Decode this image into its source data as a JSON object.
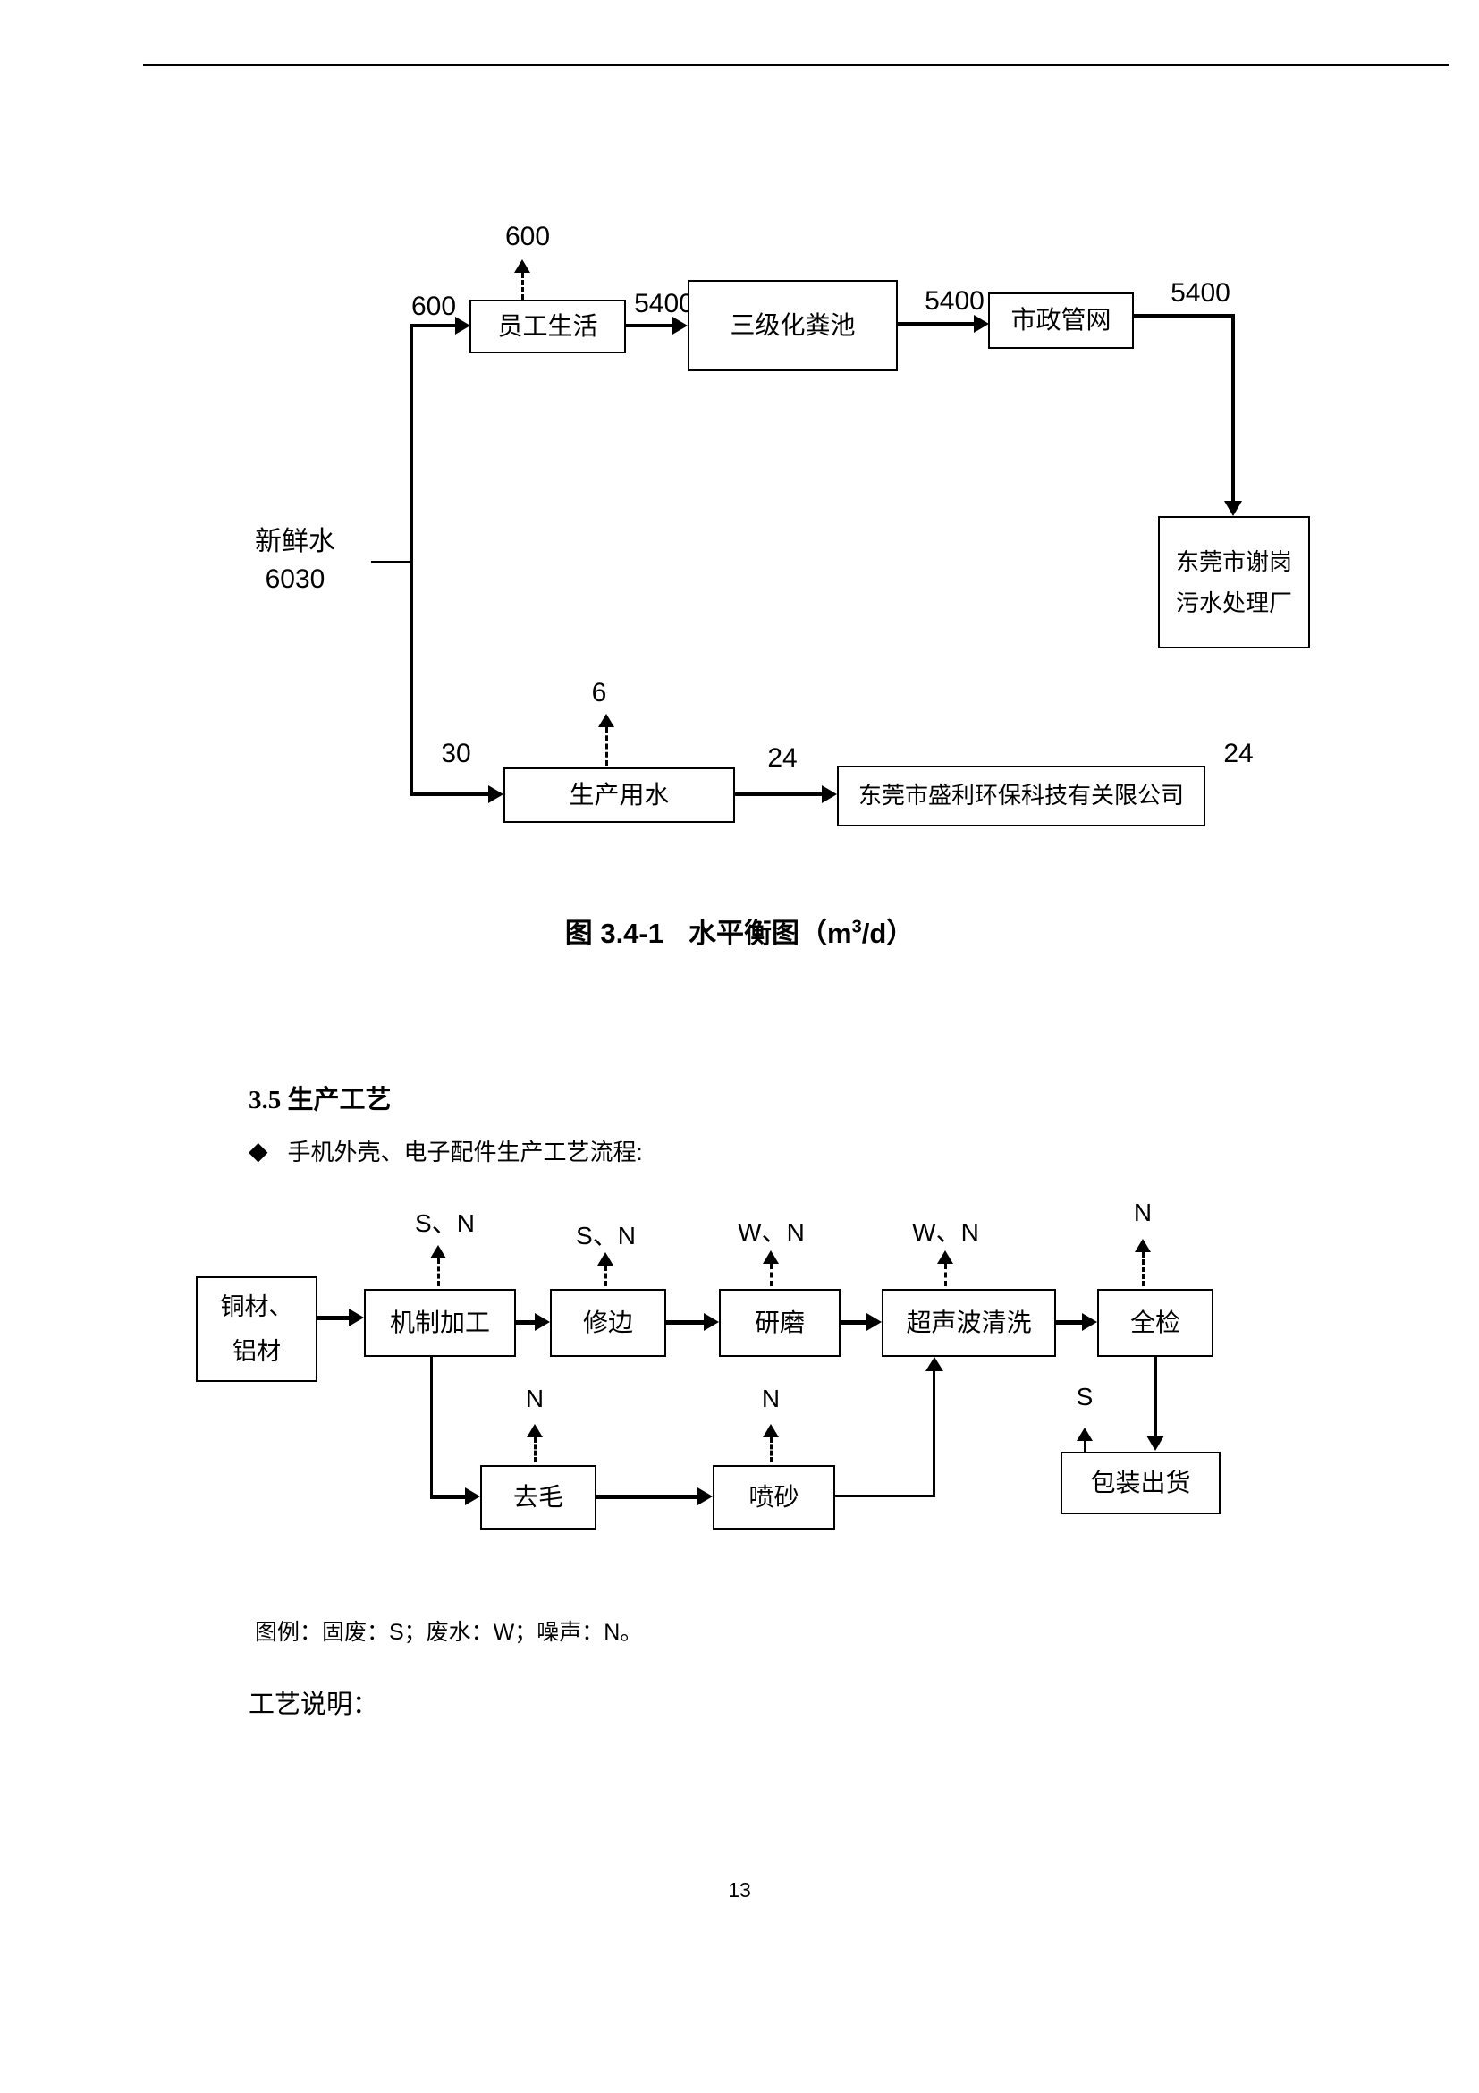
{
  "page_number": "13",
  "water": {
    "source": {
      "name": "新鲜水",
      "value": "6030"
    },
    "boxes": {
      "staff": "员工生活",
      "septic": "三级化粪池",
      "municipal": "市政管网",
      "wwtp": {
        "line1": "东莞市谢岗",
        "line2": "污水处理厂"
      },
      "production": "生产用水",
      "shengli": "东莞市盛利环保科技有关限公司"
    },
    "labels": {
      "staff_in": "600",
      "staff_evap": "600",
      "staff_out": "5400",
      "septic_out": "5400",
      "municipal_out": "5400",
      "prod_in": "30",
      "prod_evap": "6",
      "prod_out": "24",
      "shengli_out": "24"
    },
    "title": {
      "prefix": "图 3.4-1",
      "main": "水平衡图（m",
      "sup": "3",
      "tail": "/d）"
    }
  },
  "process": {
    "heading": "3.5 生产工艺",
    "bullet": "◆",
    "bullet_text": "手机外壳、电子配件生产工艺流程:",
    "boxes": {
      "material": {
        "line1": "铜材、",
        "line2": "铝材"
      },
      "machining": "机制加工",
      "trimming": "修边",
      "grinding": "研磨",
      "ultrasonic": "超声波清洗",
      "inspection": "全检",
      "deburring": "去毛",
      "sandblasting": "喷砂",
      "packing": "包装出货"
    },
    "emissions": {
      "machining": "S、N",
      "trimming": "S、N",
      "grinding": "W、N",
      "ultrasonic": "W、N",
      "inspection": "N",
      "deburring": "N",
      "sandblasting": "N",
      "packing": "S"
    },
    "legend": "图例：固废：S；废水：W；噪声：N。",
    "note": "工艺说明："
  }
}
